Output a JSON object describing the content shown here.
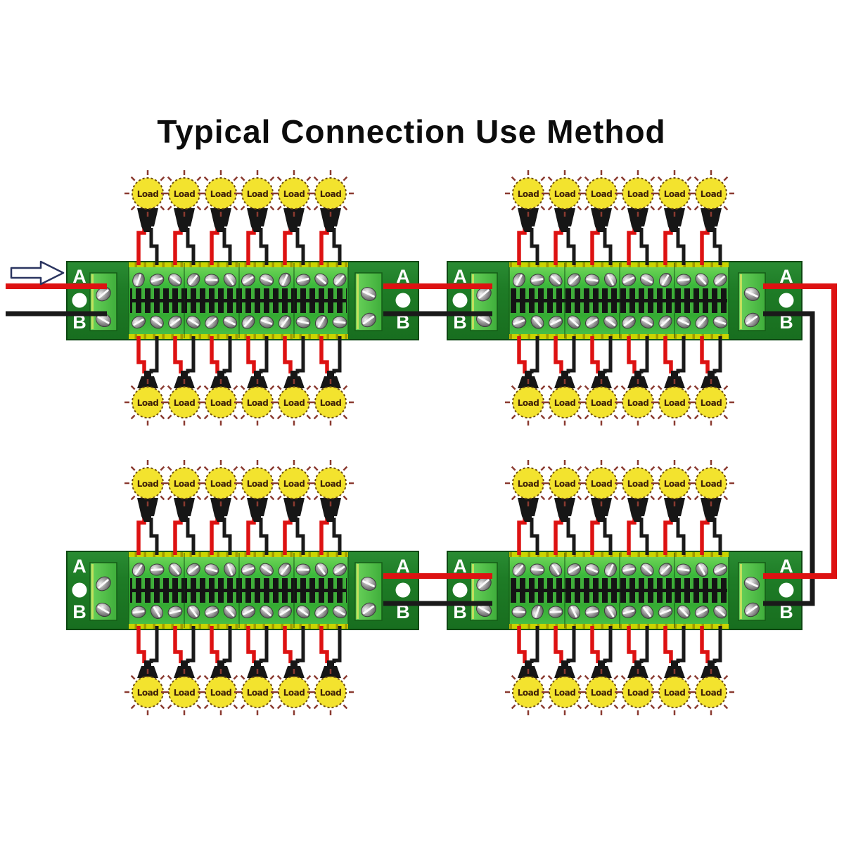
{
  "title": "Typical Connection Use Method",
  "labels": {
    "port_a": "A",
    "port_b": "B",
    "load": "Load"
  },
  "icons": {
    "flow_arrow": "right-arrow",
    "load_symbol": "sun-bulb",
    "terminal_screw": "flat-head-screw",
    "mounting_hole": "white-dot"
  },
  "colors": {
    "wire_red": "#dd1212",
    "wire_black": "#1a1a1a",
    "pcb_green": "#1e7c26",
    "strip_green": "#3fbb3b",
    "band_yellow": "#c9d400",
    "block_green": "#4cc44c",
    "sun_yellow": "#f3e32e",
    "label_white": "#ffffff",
    "title_black": "#0c0c0c",
    "arrow_outline": "#2b3560"
  },
  "modules": [
    {
      "id": "top-left",
      "ports_left": {
        "a": "A",
        "b": "B"
      },
      "ports_right": {
        "a": "A",
        "b": "B"
      },
      "loads_top": [
        "Load",
        "Load",
        "Load",
        "Load",
        "Load",
        "Load"
      ],
      "loads_bottom": [
        "Load",
        "Load",
        "Load",
        "Load",
        "Load",
        "Load"
      ]
    },
    {
      "id": "top-right",
      "ports_left": {
        "a": "A",
        "b": "B"
      },
      "ports_right": {
        "a": "A",
        "b": "B"
      },
      "loads_top": [
        "Load",
        "Load",
        "Load",
        "Load",
        "Load",
        "Load"
      ],
      "loads_bottom": [
        "Load",
        "Load",
        "Load",
        "Load",
        "Load",
        "Load"
      ]
    },
    {
      "id": "bottom-left",
      "ports_left": {
        "a": "A",
        "b": "B"
      },
      "ports_right": {
        "a": "A",
        "b": "B"
      },
      "loads_top": [
        "Load",
        "Load",
        "Load",
        "Load",
        "Load",
        "Load"
      ],
      "loads_bottom": [
        "Load",
        "Load",
        "Load",
        "Load",
        "Load",
        "Load"
      ]
    },
    {
      "id": "bottom-right",
      "ports_left": {
        "a": "A",
        "b": "B"
      },
      "ports_right": {
        "a": "A",
        "b": "B"
      },
      "loads_top": [
        "Load",
        "Load",
        "Load",
        "Load",
        "Load",
        "Load"
      ],
      "loads_bottom": [
        "Load",
        "Load",
        "Load",
        "Load",
        "Load",
        "Load"
      ]
    }
  ]
}
